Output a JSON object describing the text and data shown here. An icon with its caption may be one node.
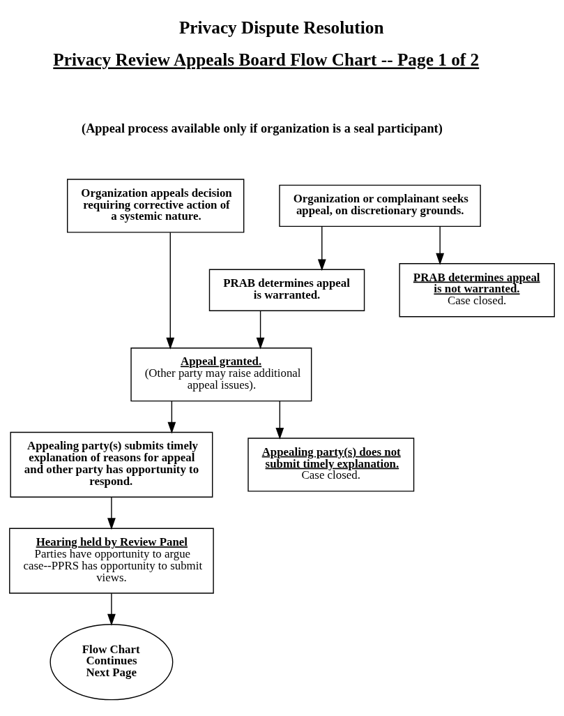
{
  "diagram": {
    "title": "Privacy Dispute Resolution",
    "nodes": [
      {
        "text": [
          "Organization appeals decision requiring corrective action of a systemic nature."
        ]
      },
      {
        "text": [
          "Organization or complainant seeks appeal, on discretionary grounds."
        ]
      },
      {
        "text": [
          "PRAB determines appeal is warranted."
        ]
      },
      {
        "text": [
          "PRAB determines appeal is not warranted.",
          "Case closed."
        ]
      },
      {
        "text": [
          "Appeal granted.",
          "(Other party may raise additional appeal issues)."
        ]
      },
      {
        "text": [
          "Appealing party(s) submits timely explanation of reasons for appeal and other party has opportunity to respond."
        ]
      },
      {
        "text": [
          "Appealing party(s) does not submit timely explanation.",
          "Case closed."
        ]
      },
      {
        "text": [
          "Hearing held by Review Panel",
          "Parties have opportunity to argue case--PPRS has opportunity to submit views."
        ]
      },
      {
        "text": [
          "Flow Chart Continues Next Page"
        ]
      }
    ],
    "edges": [
      {
        "from": 0,
        "to": 4,
        "arrow": "to"
      },
      {
        "from": 1,
        "to": 2,
        "arrow": "to"
      },
      {
        "from": 1,
        "to": 3,
        "arrow": "to"
      },
      {
        "from": 2,
        "to": 4,
        "arrow": "to"
      },
      {
        "from": 4,
        "to": 5,
        "arrow": "to"
      },
      {
        "from": 4,
        "to": 6,
        "arrow": "to"
      },
      {
        "from": 5,
        "to": 7,
        "arrow": "to"
      },
      {
        "from": 7,
        "to": 8,
        "arrow": "to"
      }
    ],
    "labels": [
      "Privacy Review Appeals Board Flow Chart -- Page 1 of 2",
      "(Appeal process available only if organization is a seal participant)"
    ]
  }
}
